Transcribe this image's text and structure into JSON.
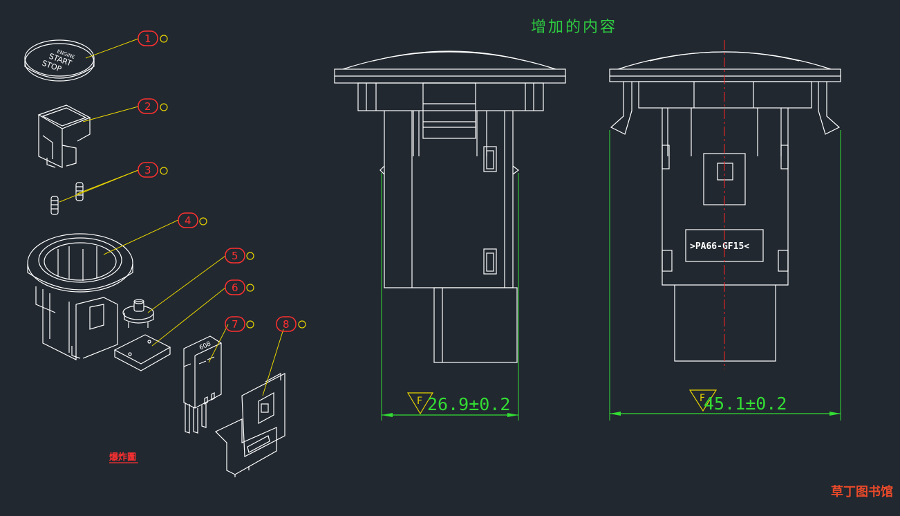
{
  "title": "增加的内容",
  "callouts": [
    "1",
    "2",
    "3",
    "4",
    "5",
    "6",
    "7",
    "8"
  ],
  "button_cap_text": {
    "line1": "START",
    "line2": "STOP",
    "small": "ENGINE"
  },
  "exploded_label": "爆炸圖",
  "material_label": ">PA66-GF15<",
  "dimension_left": "26.9±0.2",
  "dimension_right": "45.1±0.2",
  "datum_left": "F",
  "datum_right": "F",
  "pcb_code": "608",
  "watermark": "草丁图书馆",
  "colors": {
    "background": "#212830",
    "lines": "#ffffff",
    "dimension": "#33dd33",
    "callout_red": "#ff3030",
    "leader_yellow": "#e8d400",
    "centerline": "#ff2020"
  }
}
